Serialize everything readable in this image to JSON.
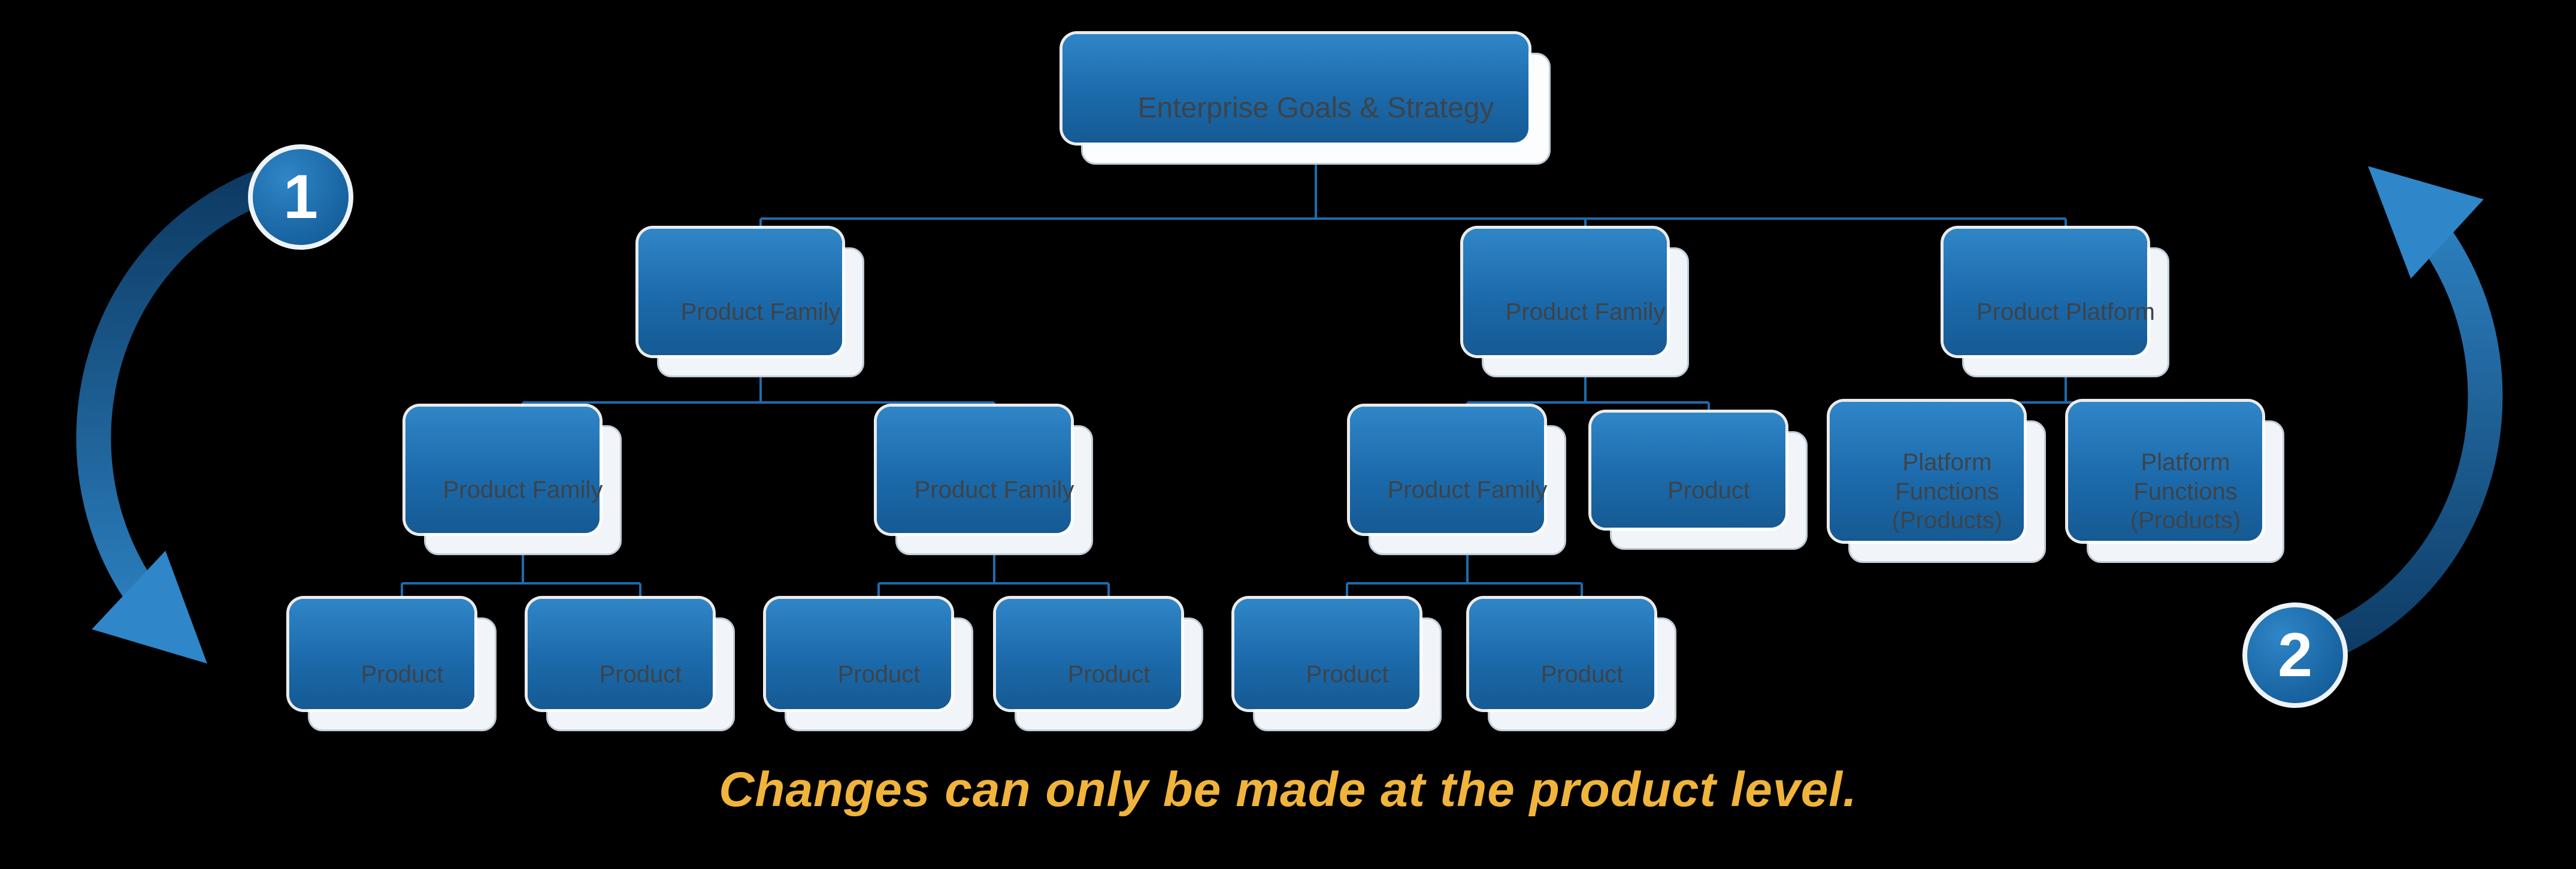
{
  "diagram": {
    "caption": "Changes can only be made at the product level.",
    "badges": {
      "one": "1",
      "two": "2"
    },
    "colors": {
      "background": "#000000",
      "card_shadow_blue": "#1e6cae",
      "card_fill": "#f1f5f9",
      "root_card_fill": "#fcfdfe",
      "connector": "#1e6cae",
      "caption_gold": "#f0b43c",
      "badge_blue": "#1e6cae"
    },
    "nodes": [
      {
        "id": "enterprise-goals",
        "label": "Enterprise Goals & Strategy"
      },
      {
        "id": "product-family-a",
        "label": "Product Family"
      },
      {
        "id": "product-family-b",
        "label": "Product Family"
      },
      {
        "id": "product-platform",
        "label": "Product Platform"
      },
      {
        "id": "product-family-a1",
        "label": "Product Family"
      },
      {
        "id": "product-family-a2",
        "label": "Product Family"
      },
      {
        "id": "product-family-b1",
        "label": "Product Family"
      },
      {
        "id": "product-b2",
        "label": "Product"
      },
      {
        "id": "platform-functions-1",
        "label": "Platform Functions (Products)"
      },
      {
        "id": "platform-functions-2",
        "label": "Platform Functions (Products)"
      },
      {
        "id": "product-1",
        "label": "Product"
      },
      {
        "id": "product-2",
        "label": "Product"
      },
      {
        "id": "product-3",
        "label": "Product"
      },
      {
        "id": "product-4",
        "label": "Product"
      },
      {
        "id": "product-5",
        "label": "Product"
      },
      {
        "id": "product-6",
        "label": "Product"
      }
    ]
  }
}
